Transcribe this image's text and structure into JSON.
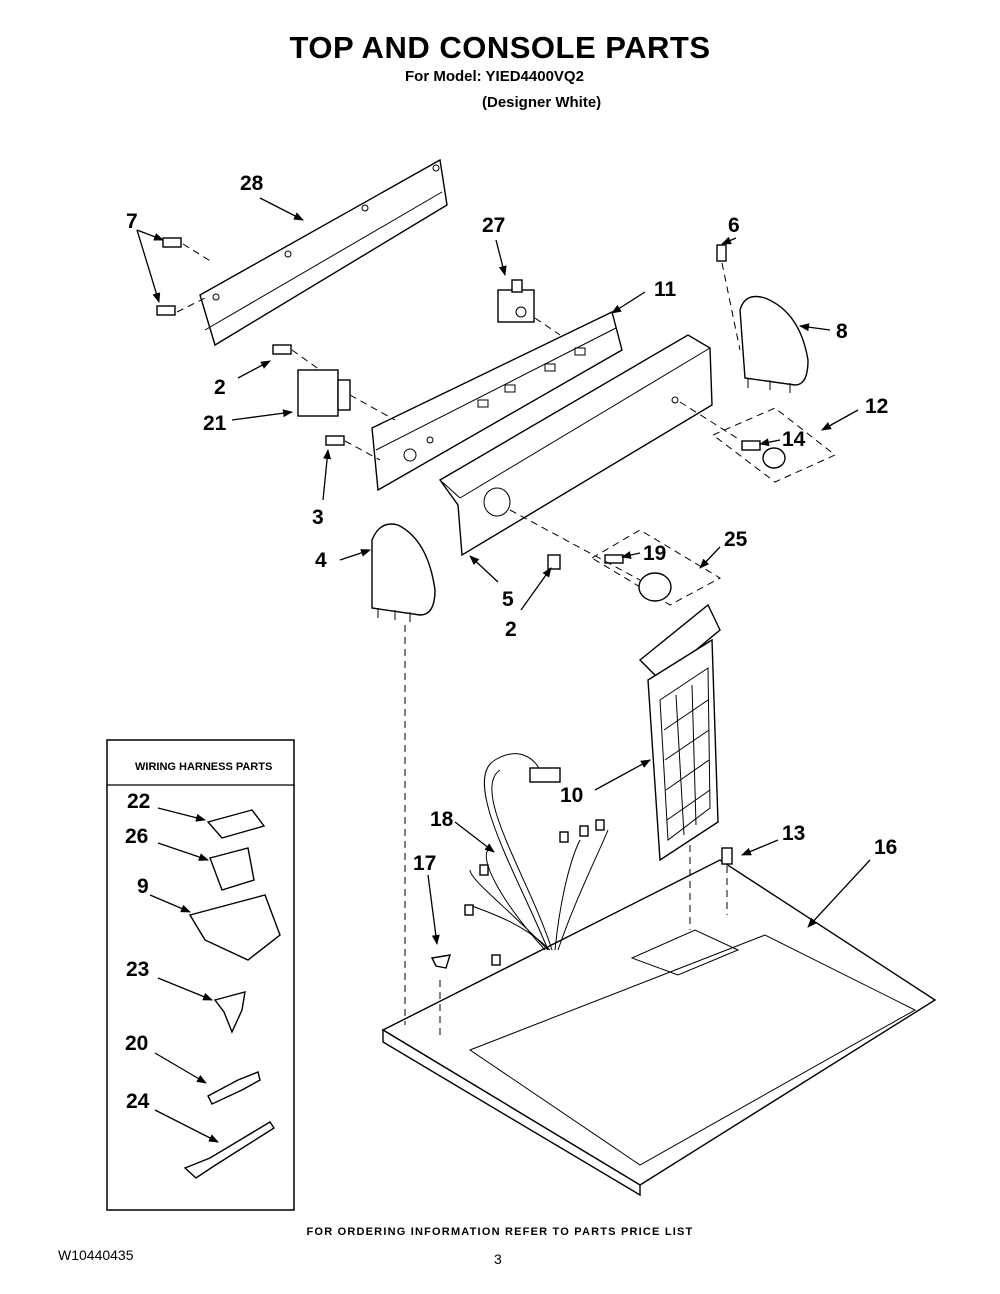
{
  "header": {
    "title": "TOP AND CONSOLE PARTS",
    "model_line": "For Model: YIED4400VQ2",
    "color_line": "(Designer White)"
  },
  "inset": {
    "title": "WIRING HARNESS PARTS"
  },
  "callouts": {
    "c28": "28",
    "c7": "7",
    "c27": "27",
    "c6": "6",
    "c11": "11",
    "c8": "8",
    "c2a": "2",
    "c21": "21",
    "c12": "12",
    "c14": "14",
    "c3": "3",
    "c4": "4",
    "c25": "25",
    "c19": "19",
    "c5": "5",
    "c2b": "2",
    "c10": "10",
    "c18": "18",
    "c13": "13",
    "c16": "16",
    "c17": "17",
    "c22": "22",
    "c26": "26",
    "c9": "9",
    "c23": "23",
    "c20": "20",
    "c24": "24"
  },
  "footer": {
    "ordering_note": "FOR ORDERING INFORMATION REFER TO PARTS PRICE LIST",
    "doc_number": "W10440435",
    "page_number": "3"
  }
}
